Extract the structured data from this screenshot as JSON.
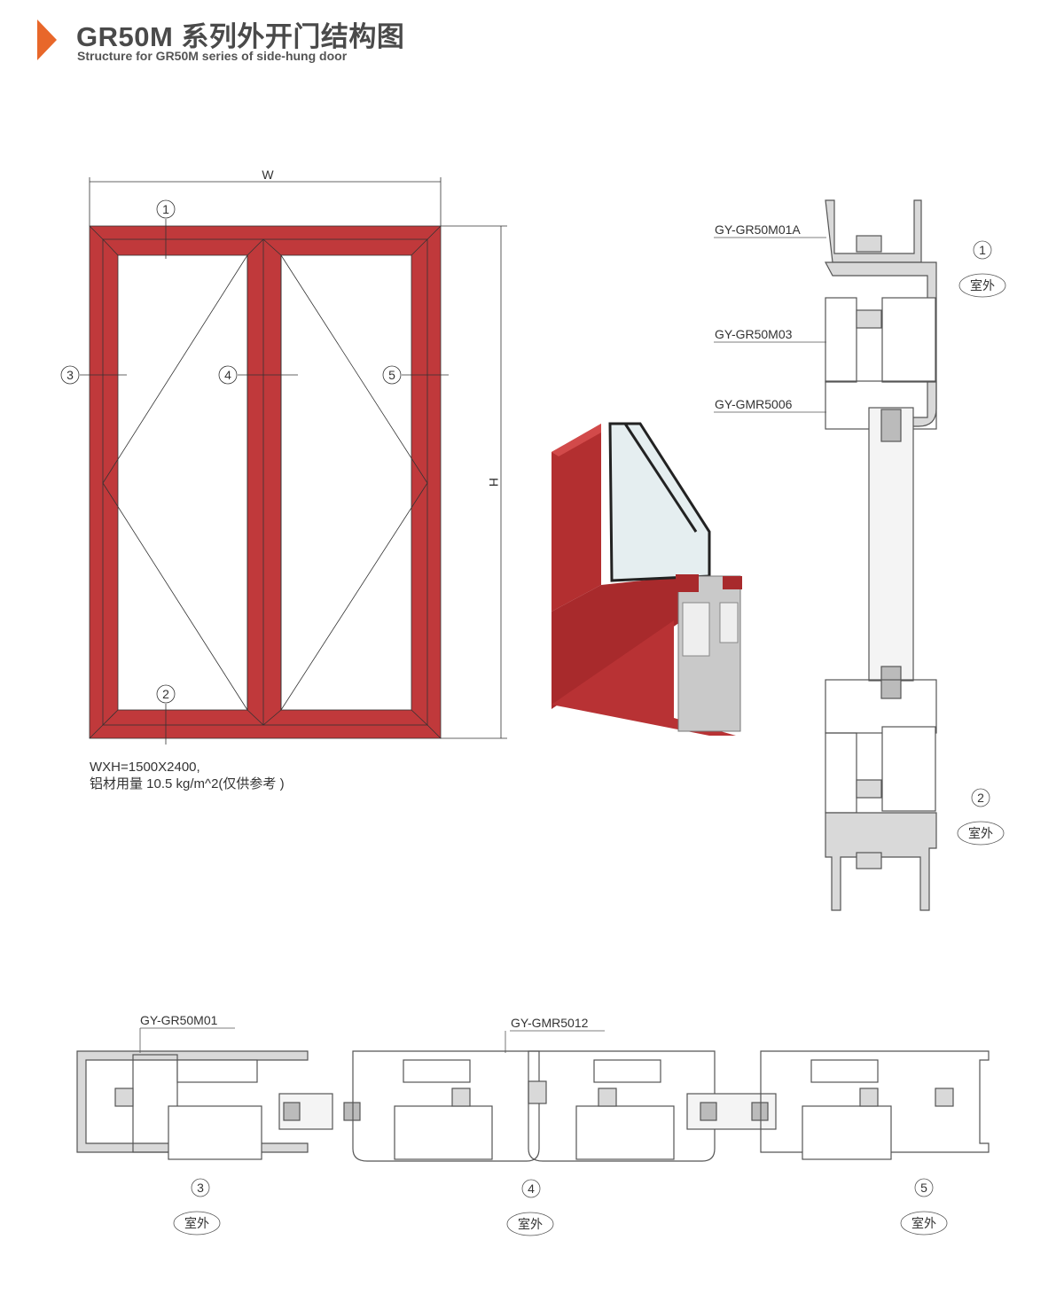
{
  "header": {
    "title": "GR50M 系列外开门结构图",
    "subtitle": "Structure for GR50M series of side-hung door"
  },
  "elevation": {
    "width_label": "W",
    "height_label": "H",
    "markers": [
      "1",
      "2",
      "3",
      "4",
      "5"
    ],
    "note_line1": "WXH=1500X2400,",
    "note_line2": "铝材用量 10.5 kg/m^2(仅供参考 )"
  },
  "vertical_section": {
    "profiles": [
      "GY-GR50M01A",
      "GY-GR50M03",
      "GY-GMR5006"
    ],
    "markers": [
      "1",
      "2"
    ],
    "outside_label": "室外"
  },
  "horizontal_section": {
    "profiles": [
      "GY-GR50M01",
      "GY-GMR5012"
    ],
    "markers": [
      "3",
      "4",
      "5"
    ],
    "outside_label": "室外"
  },
  "colors": {
    "accent": "#e8672a",
    "frame_red": "#c0393b",
    "profile_gray": "#d9d9d9"
  }
}
